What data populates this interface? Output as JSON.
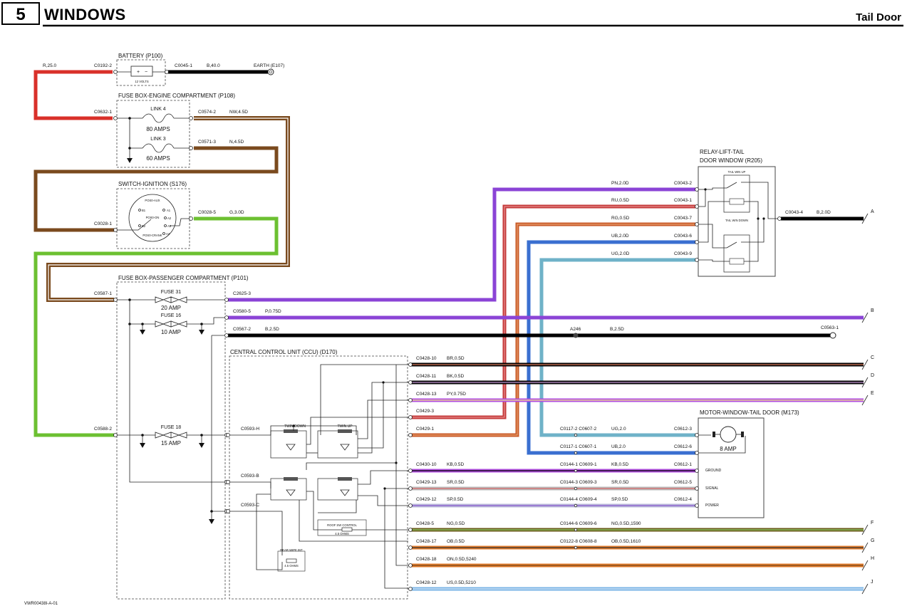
{
  "header": {
    "section_number": "5",
    "title": "WINDOWS",
    "subtitle": "Tail Door",
    "doc_code": "VWR00438I-A-01"
  },
  "components": {
    "battery": {
      "name": "BATTERY (P100)",
      "rating": "12 VOLTS"
    },
    "fuse_box_engine": {
      "name": "FUSE BOX-ENGINE COMPARTMENT (P108)",
      "link4": "LINK 4",
      "link4_amps": "80 AMPS",
      "link3": "LINK 3",
      "link3_amps": "60 AMPS"
    },
    "switch_ignition": {
      "name": "SWITCH-IGNITION (S176)",
      "pos_aux": "POS0-AUX",
      "pos_on": "POS0-ON",
      "pos_crank": "POS0-CRANK",
      "pin_b1": "B1",
      "pin_b2": "B2",
      "pin_a1": "A1",
      "pin_a2": "A2",
      "pin_a3": "A3",
      "pin_a4": "A4"
    },
    "fuse_box_passenger": {
      "name": "FUSE BOX-PASSENGER COMPARTMENT (P101)",
      "fuse31": "FUSE 31",
      "fuse31_amps": "20 AMP",
      "fuse16": "FUSE 16",
      "fuse16_amps": "10 AMP",
      "fuse18": "FUSE 18",
      "fuse18_amps": "15 AMP"
    },
    "ccu": {
      "name": "CENTRAL CONTROL UNIT (CCU) (D170)",
      "twin_down": "TWIN DOWN",
      "twin_up": "TWIN UP",
      "roof_sw": "ROOF SW CONTROL",
      "roof_ohms": "4.5 OHMS",
      "rear_wipe": "REAR WIPE INT",
      "rear_ohms": "4.5 OHMS"
    },
    "relay": {
      "name1": "RELAY-LIFT-TAIL",
      "name2": "DOOR WINDOW (R205)",
      "up": "TAIL WIN UP",
      "down": "TAIL WIN DOWN"
    },
    "motor": {
      "name": "MOTOR-WINDOW-TAIL DOOR (M173)",
      "amps": "8 AMP",
      "ground": "GROUND",
      "signal": "SIGNAL",
      "power": "POWER"
    }
  },
  "wire_labels": {
    "r25": "R,25.0",
    "c0192_2": "C0192-2",
    "c0045_1": "C0045-1",
    "b40": "B,40.0",
    "earth": "EARTH (E107)",
    "c0632_1": "C0632-1",
    "c0574_2": "C0574-2",
    "nw45": "NW,4.5D",
    "c0571_3": "C0571-3",
    "n45": "N,4.5D",
    "c0028_1": "C0028-1",
    "c0028_5": "C0028-5",
    "g30": "G,3.0D",
    "c0587_1": "C0587-1",
    "c0588_2": "C0588-2",
    "c2625_3": "C2625-3",
    "c0580_5": "C0580-5",
    "p075": "P,0.75D",
    "c0567_2": "C0567-2",
    "b25": "B,2.5D",
    "a246": "A246",
    "b25b": "B,2.5D",
    "c0563_1": "C0563-1",
    "pn20": "PN,2.0D",
    "c0043_2": "C0043-2",
    "ru05": "RU,0.5D",
    "c0043_1": "C0043-1",
    "rg05": "RG,0.5D",
    "c0043_7": "C0043-7",
    "ub20a": "UB,2.0D",
    "c0043_6": "C0043-6",
    "ug20": "UG,2.0D",
    "c0043_9": "C0043-9",
    "c0043_4": "C0043-4",
    "b20": "B,2.0D",
    "c0428_10": "C0428-10",
    "br05": "BR,0.5D",
    "c0428_11": "C0428-11",
    "bk05": "BK,0.5D",
    "c0428_13": "C0428-13",
    "py075": "PY,0.75D",
    "c0429_3": "C0429-3",
    "c0429_1": "C0429-1",
    "c0593_h": "C0593-H",
    "c0593_b": "C0593-B",
    "c0593_c": "C0593-C",
    "c0117_2": "C0117-2 C0607-2",
    "ug20b": "UG,2.0",
    "c0612_3": "C0612-3",
    "c0117_1": "C0117-1 C0607-1",
    "ub20b": "UB,2.0",
    "c0612_6": "C0612-6",
    "c0430_10": "C0430-10",
    "kb05": "KB,0.5D",
    "c0144_1": "C0144-1 C0609-1",
    "kb05b": "KB,0.5D",
    "c0612_1": "C0612-1",
    "c0429_13": "C0429-13",
    "sr05": "SR,0.5D",
    "c0144_3": "C0144-3 C0609-3",
    "sr05b": "SR,0.5D",
    "c0612_5": "C0612-5",
    "c0429_12": "C0429-12",
    "sp05": "SP,0.5D",
    "c0144_4": "C0144-4 C0609-4",
    "sp05b": "SP,0.5D",
    "c0612_4": "C0612-4",
    "c0428_5": "C0428-5",
    "ng05": "NG,0.5D",
    "c0144_6": "C0144-6 C0609-6",
    "ng1590": "NG,0.5D,1590",
    "c0428_17": "C0428-17",
    "ob05": "OB,0.5D",
    "c0122_8": "C0122-8 C0608-8",
    "ob1610": "OB,0.5D,1610",
    "c0428_18": "C0428-18",
    "on5240": "ON,0.5D,5240",
    "c0428_12": "C0428-12",
    "us5210": "US,0.5D,5210"
  },
  "end_labels": [
    "A",
    "B",
    "C",
    "D",
    "E",
    "F",
    "G",
    "H",
    "J"
  ],
  "colors": {
    "red": "#d9302a",
    "black": "#000000",
    "brown": "#7a4a1e",
    "green": "#6cc031",
    "purple": "#8b44d6",
    "rust": "#c85a28",
    "blue": "#3a6fd0",
    "teal": "#6fb2c8",
    "bright_purple": "#b14fe0",
    "olive": "#6a5a1a",
    "orange": "#e07a2a",
    "light_blue": "#7ab4e6"
  }
}
